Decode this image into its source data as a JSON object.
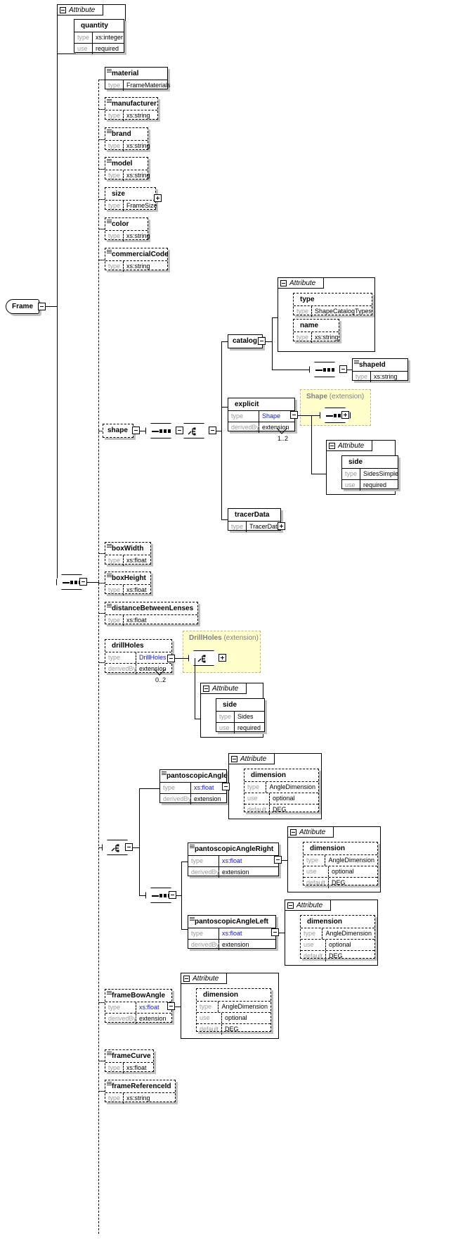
{
  "diagram": {
    "title": "Frame",
    "root": {
      "label": "Frame"
    },
    "attribute_tab_label": "Attribute",
    "type_key": "type",
    "use_key": "use",
    "default_key": "default",
    "derivedby_key": "derivedBy"
  },
  "nodes": {
    "quantity": {
      "name": "quantity",
      "type": "xs:integer",
      "use": "required"
    },
    "material": {
      "name": "material",
      "type": "FrameMaterials"
    },
    "manufacturer": {
      "name": "manufacturer",
      "type": "xs:string"
    },
    "brand": {
      "name": "brand",
      "type": "xs:string"
    },
    "model": {
      "name": "model",
      "type": "xs:string"
    },
    "size": {
      "name": "size",
      "type": "FrameSize"
    },
    "color": {
      "name": "color",
      "type": "xs:string"
    },
    "commercialCode": {
      "name": "commercialCode",
      "type": "xs:string"
    },
    "catalog": {
      "name": "catalog"
    },
    "cat_type": {
      "name": "type",
      "type": "ShapeCatalogTypes"
    },
    "cat_name": {
      "name": "name",
      "type": "xs:string"
    },
    "shapeId": {
      "name": "shapeId",
      "type": "xs:string"
    },
    "shape": {
      "name": "shape"
    },
    "explicit": {
      "name": "explicit",
      "type": "Shape",
      "derivedBy": "extension",
      "cardinality": "1..2"
    },
    "shape_ext": {
      "title_name": "Shape",
      "title_suffix": "(extension)"
    },
    "side_simple": {
      "name": "side",
      "type": "SidesSimple",
      "use": "required"
    },
    "tracerData": {
      "name": "tracerData",
      "type": "TracerData"
    },
    "boxWidth": {
      "name": "boxWidth",
      "type": "xs:float"
    },
    "boxHeight": {
      "name": "boxHeight",
      "type": "xs:float"
    },
    "distanceBetweenLenses": {
      "name": "distanceBetweenLenses",
      "type": "xs:float"
    },
    "drillHoles": {
      "name": "drillHoles",
      "type": "DrillHoles",
      "derivedBy": "extension",
      "cardinality": "0..2"
    },
    "drill_ext": {
      "title_name": "DrillHoles",
      "title_suffix": "(extension)"
    },
    "side_sides": {
      "name": "side",
      "type": "Sides",
      "use": "required"
    },
    "pantoscopicAngle": {
      "name": "pantoscopicAngle",
      "type": "xs:float",
      "derivedBy": "extension"
    },
    "dim1": {
      "name": "dimension",
      "type": "AngleDimension",
      "use": "optional",
      "default": "DEG"
    },
    "pantoscopicAngleRight": {
      "name": "pantoscopicAngleRight",
      "type": "xs:float",
      "derivedBy": "extension"
    },
    "dim2": {
      "name": "dimension",
      "type": "AngleDimension",
      "use": "optional",
      "default": "DEG"
    },
    "pantoscopicAngleLeft": {
      "name": "pantoscopicAngleLeft",
      "type": "xs:float",
      "derivedBy": "extension"
    },
    "dim3": {
      "name": "dimension",
      "type": "AngleDimension",
      "use": "optional",
      "default": "DEG"
    },
    "frameBowAngle": {
      "name": "frameBowAngle",
      "type": "xs:float",
      "derivedBy": "extension"
    },
    "dim4": {
      "name": "dimension",
      "type": "AngleDimension",
      "use": "optional",
      "default": "DEG"
    },
    "frameCurve": {
      "name": "frameCurve",
      "type": "xs:float"
    },
    "frameReferenceId": {
      "name": "frameReferenceId",
      "type": "xs:string"
    }
  },
  "colors": {
    "page_bg": "#ffffff",
    "line": "#000000",
    "key_text": "#9a9a9a",
    "type_link": "#1414d2",
    "extension_bg": "#ffffcc",
    "extension_border": "#b9b98a",
    "shadow": "#c0c0c0"
  }
}
